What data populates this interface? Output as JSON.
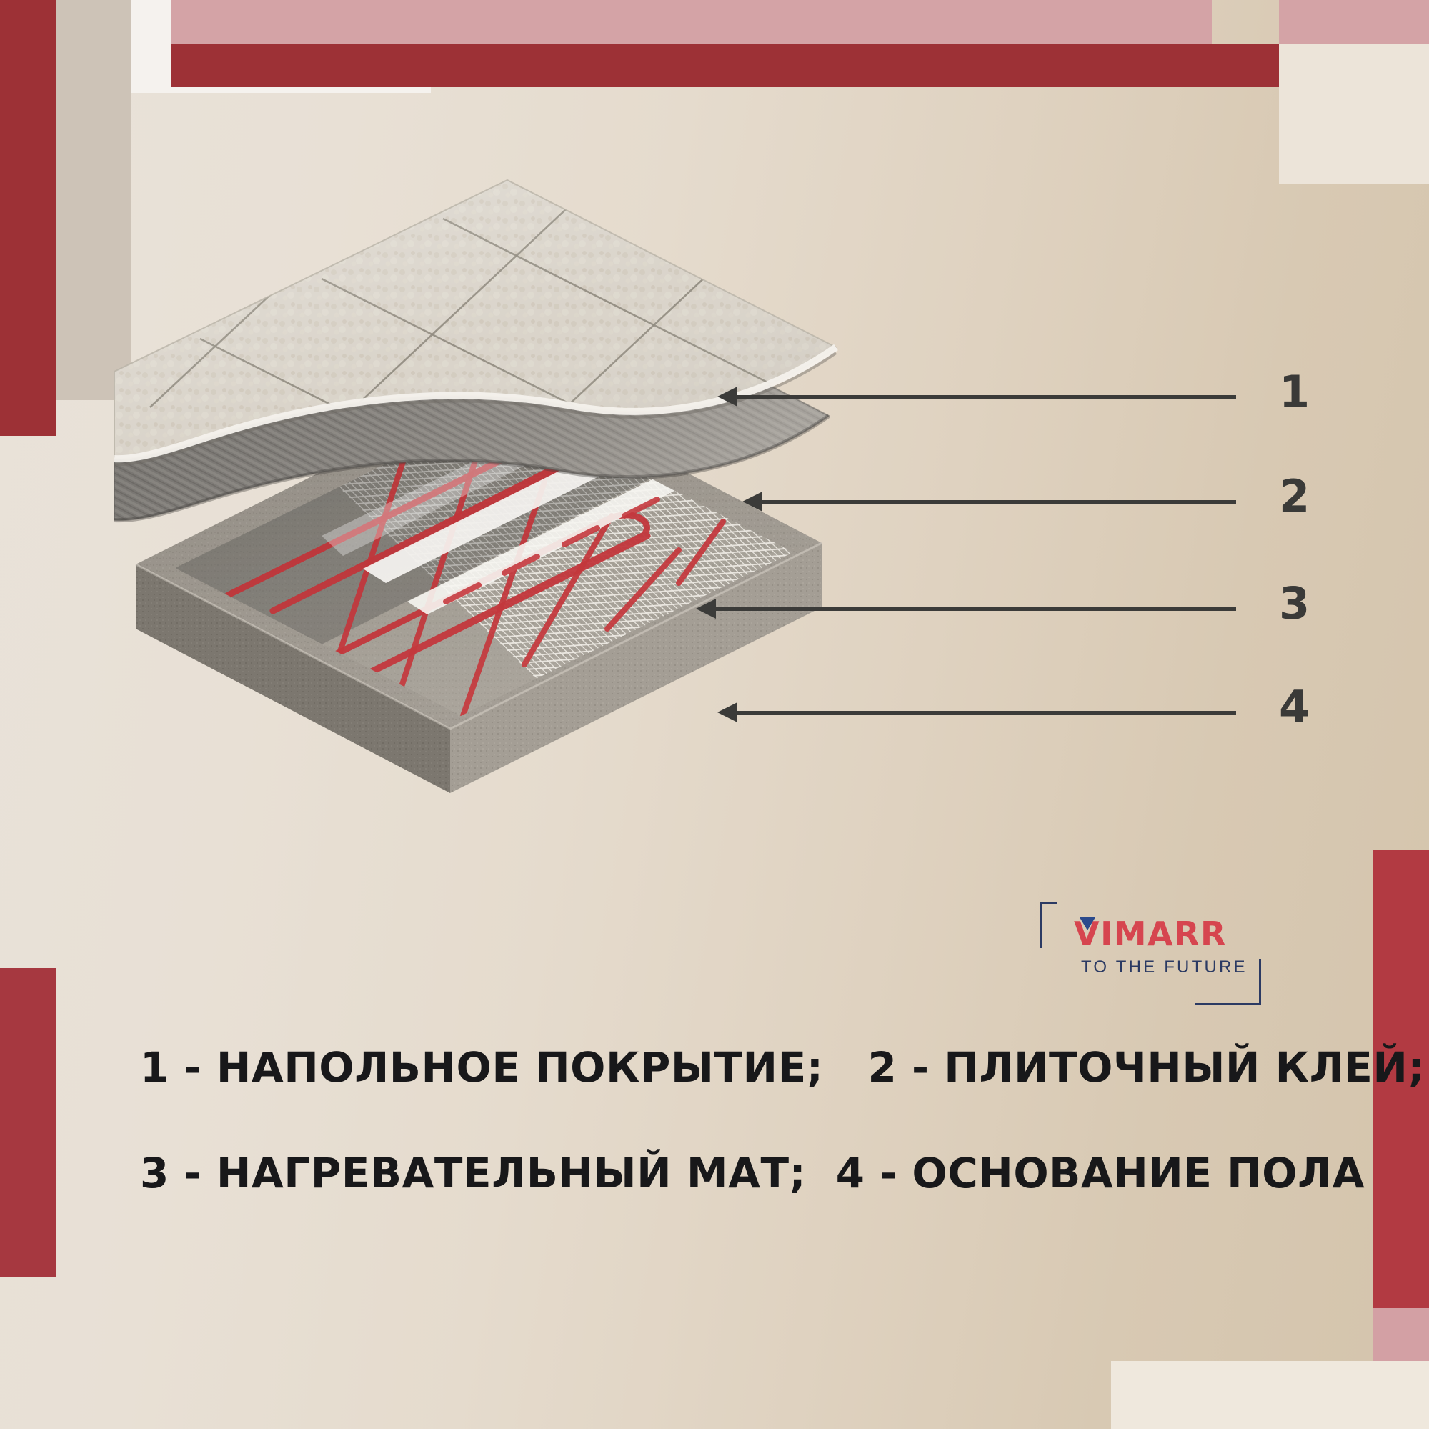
{
  "brand": {
    "name": "VIMARR",
    "tagline": "TO THE FUTURE",
    "logo_red": "#d6454f",
    "logo_navy": "#2b3a63"
  },
  "callouts": [
    {
      "number": "1",
      "target": "floor-covering"
    },
    {
      "number": "2",
      "target": "tile-adhesive"
    },
    {
      "number": "3",
      "target": "heating-mat"
    },
    {
      "number": "4",
      "target": "floor-base"
    }
  ],
  "legend": {
    "line1": "1 - НАПОЛЬНОЕ ПОКРЫТИЕ;   2 - ПЛИТОЧНЫЙ КЛЕЙ;",
    "line2": "3 - НАГРЕВАТЕЛЬНЫЙ МАТ;  4 - ОСНОВАНИЕ ПОЛА"
  },
  "legend_items": [
    {
      "number": "1",
      "label": "НАПОЛЬНОЕ ПОКРЫТИЕ"
    },
    {
      "number": "2",
      "label": "ПЛИТОЧНЫЙ КЛЕЙ"
    },
    {
      "number": "3",
      "label": "НАГРЕВАТЕЛЬНЫЙ МАТ"
    },
    {
      "number": "4",
      "label": "ОСНОВАНИЕ ПОЛА"
    }
  ],
  "diagram": {
    "type": "exploded-layer-illustration",
    "layers": [
      {
        "id": 1,
        "name": "floor-covering",
        "description": "tiled floor covering sheet"
      },
      {
        "id": 2,
        "name": "tile-adhesive",
        "description": "notched grey tile adhesive layer"
      },
      {
        "id": 3,
        "name": "heating-mat",
        "description": "red heating cable on white mesh mat"
      },
      {
        "id": 4,
        "name": "floor-base",
        "description": "concrete floor base slab"
      }
    ]
  },
  "colors": {
    "background_left": "#e9e2d9",
    "background_right": "#d4c4ac",
    "accent_red": "#9d3136",
    "accent_pink": "#d4a3a6",
    "cream": "#ece4d9",
    "text_dark": "#18181a",
    "callout_grey": "#3a3a38"
  }
}
